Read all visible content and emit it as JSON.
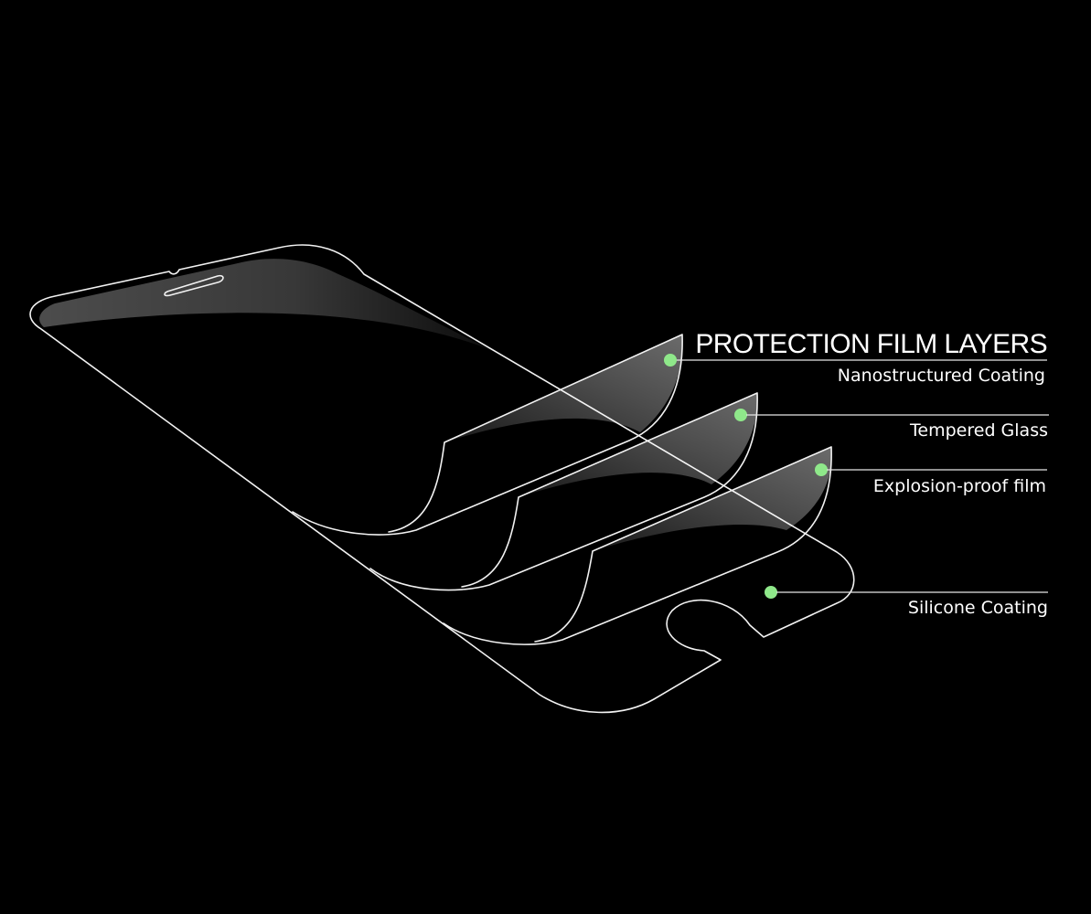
{
  "diagram": {
    "title": "PROTECTION FILM LAYERS",
    "layers": [
      {
        "label": "Nanostructured Coating"
      },
      {
        "label": "Tempered Glass"
      },
      {
        "label": "Explosion-proof film"
      },
      {
        "label": "Silicone Coating"
      }
    ]
  },
  "colors": {
    "background": "#000000",
    "outline": "#f2f2f2",
    "marker": "#8fe88a",
    "text": "#ffffff"
  }
}
